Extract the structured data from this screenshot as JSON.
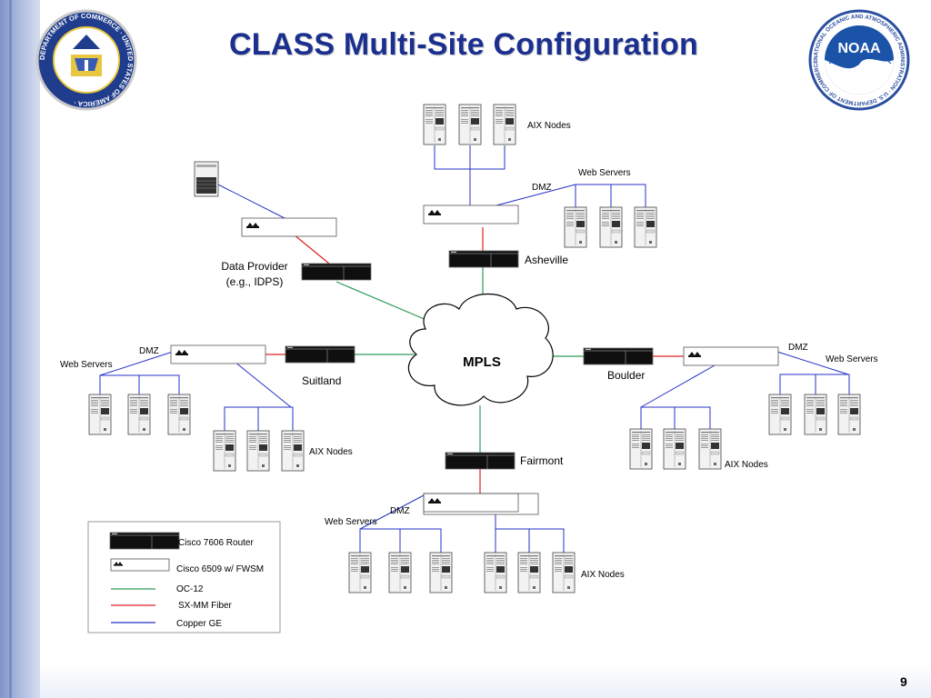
{
  "slide": {
    "title": "CLASS Multi-Site Configuration",
    "page_number": "9"
  },
  "logos": {
    "left": {
      "name": "department-of-commerce-seal",
      "ring_text": "DEPARTMENT OF COMMERCE · UNITED STATES OF AMERICA ·"
    },
    "right": {
      "name": "noaa-logo",
      "center_text": "NOAA",
      "ring_text": "NATIONAL OCEANIC AND ATMOSPHERIC ADMINISTRATION · U.S. DEPARTMENT OF COMMERCE ·"
    }
  },
  "diagram": {
    "cloud_label": "MPLS",
    "sites": {
      "asheville": "Asheville",
      "suitland": "Suitland",
      "boulder": "Boulder",
      "fairmont": "Fairmont",
      "data_provider_line1": "Data Provider",
      "data_provider_line2": "(e.g., IDPS)"
    },
    "labels": {
      "aix_nodes": "AIX Nodes",
      "web_servers": "Web Servers",
      "dmz": "DMZ"
    }
  },
  "legend": {
    "items": [
      {
        "label": "Cisco 7606 Router",
        "icon": "router-icon"
      },
      {
        "label": "Cisco 6509 w/ FWSM",
        "icon": "switch-icon"
      },
      {
        "label": "OC-12",
        "color": "#2e9b5b"
      },
      {
        "label": "SX-MM Fiber",
        "color": "#e02020"
      },
      {
        "label": "Copper GE",
        "color": "#2630c8"
      }
    ]
  },
  "colors": {
    "oc12": "#2e9b5b",
    "fiber": "#e02020",
    "copper": "#2630c8",
    "title": "#1b2f8f"
  }
}
